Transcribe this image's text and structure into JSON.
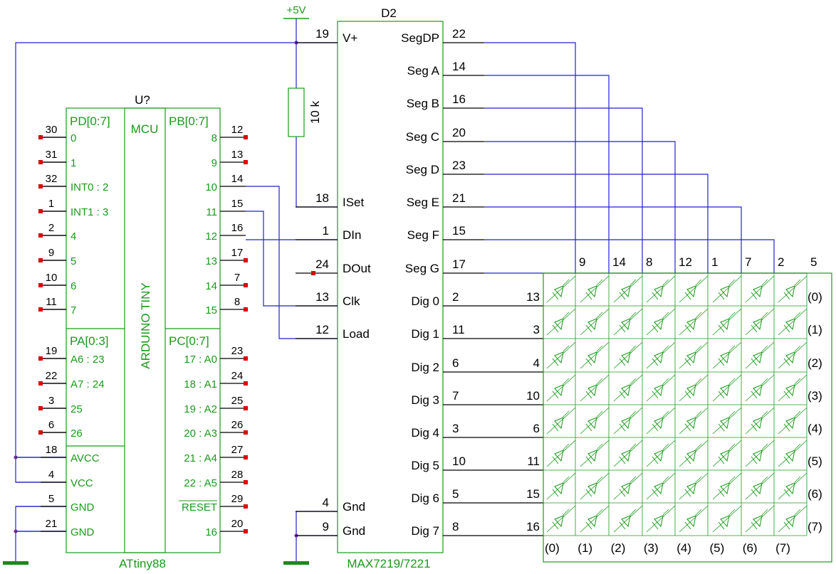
{
  "power": {
    "label": "+5V"
  },
  "mcu": {
    "ref": "U?",
    "part": "ATtiny88",
    "center_label": "MCU",
    "vertical_label": "ARDUINO TINY",
    "groups": {
      "pd": "PD[0:7]",
      "pb": "PB[0:7]",
      "pa": "PA[0:3]",
      "pc": "PC[0:7]"
    },
    "left_pins": [
      {
        "num": "30",
        "label": "0"
      },
      {
        "num": "31",
        "label": "1"
      },
      {
        "num": "32",
        "label": "INT0 : 2"
      },
      {
        "num": "1",
        "label": "INT1 : 3"
      },
      {
        "num": "2",
        "label": "4"
      },
      {
        "num": "9",
        "label": "5"
      },
      {
        "num": "10",
        "label": "6"
      },
      {
        "num": "11",
        "label": "7"
      },
      {
        "num": "19",
        "label": "A6 : 23"
      },
      {
        "num": "22",
        "label": "A7 : 24"
      },
      {
        "num": "3",
        "label": "25"
      },
      {
        "num": "6",
        "label": "26"
      },
      {
        "num": "18",
        "label": "AVCC"
      },
      {
        "num": "4",
        "label": "VCC"
      },
      {
        "num": "5",
        "label": "GND"
      },
      {
        "num": "21",
        "label": "GND"
      }
    ],
    "right_pins": [
      {
        "num": "12",
        "label": "8"
      },
      {
        "num": "13",
        "label": "9"
      },
      {
        "num": "14",
        "label": "10"
      },
      {
        "num": "15",
        "label": "11"
      },
      {
        "num": "16",
        "label": "12"
      },
      {
        "num": "17",
        "label": "13"
      },
      {
        "num": "7",
        "label": "14"
      },
      {
        "num": "8",
        "label": "15"
      },
      {
        "num": "23",
        "label": "17 : A0"
      },
      {
        "num": "24",
        "label": "18 : A1"
      },
      {
        "num": "25",
        "label": "19 : A2"
      },
      {
        "num": "26",
        "label": "20 : A3"
      },
      {
        "num": "27",
        "label": "21 : A4"
      },
      {
        "num": "28",
        "label": "22 : A5"
      },
      {
        "num": "29",
        "label": "RESET"
      },
      {
        "num": "20",
        "label": "16"
      }
    ]
  },
  "driver": {
    "ref": "D2",
    "part": "MAX7219/7221",
    "left_pins": [
      {
        "num": "19",
        "label": "V+"
      },
      {
        "num": "18",
        "label": "ISet"
      },
      {
        "num": "1",
        "label": "DIn"
      },
      {
        "num": "24",
        "label": "DOut"
      },
      {
        "num": "13",
        "label": "Clk"
      },
      {
        "num": "12",
        "label": "Load"
      },
      {
        "num": "4",
        "label": "Gnd"
      },
      {
        "num": "9",
        "label": "Gnd"
      }
    ],
    "right_pins": [
      {
        "num": "22",
        "label": "SegDP"
      },
      {
        "num": "14",
        "label": "Seg A"
      },
      {
        "num": "16",
        "label": "Seg B"
      },
      {
        "num": "20",
        "label": "Seg C"
      },
      {
        "num": "23",
        "label": "Seg D"
      },
      {
        "num": "21",
        "label": "Seg E"
      },
      {
        "num": "15",
        "label": "Seg F"
      },
      {
        "num": "17",
        "label": "Seg G"
      },
      {
        "num": "2",
        "label": "Dig 0"
      },
      {
        "num": "11",
        "label": "Dig 1"
      },
      {
        "num": "6",
        "label": "Dig 2"
      },
      {
        "num": "7",
        "label": "Dig 3"
      },
      {
        "num": "3",
        "label": "Dig 4"
      },
      {
        "num": "10",
        "label": "Dig 5"
      },
      {
        "num": "5",
        "label": "Dig 6"
      },
      {
        "num": "8",
        "label": "Dig 7"
      }
    ]
  },
  "resistor": {
    "label": "10 k"
  },
  "matrix": {
    "col_pins": [
      "9",
      "14",
      "8",
      "12",
      "1",
      "7",
      "2",
      "5"
    ],
    "row_pins": [
      "13",
      "3",
      "4",
      "10",
      "6",
      "11",
      "15",
      "16"
    ],
    "row_labels": [
      "(0)",
      "(1)",
      "(2)",
      "(3)",
      "(4)",
      "(5)",
      "(6)",
      "(7)"
    ],
    "col_labels": [
      "(0)",
      "(1)",
      "(2)",
      "(3)",
      "(4)",
      "(5)",
      "(6)",
      "(7)"
    ]
  },
  "colors": {
    "wire": "#2222cc",
    "part": "#1a9a1a",
    "text": "#000000",
    "pin_end": "#dd0000"
  }
}
